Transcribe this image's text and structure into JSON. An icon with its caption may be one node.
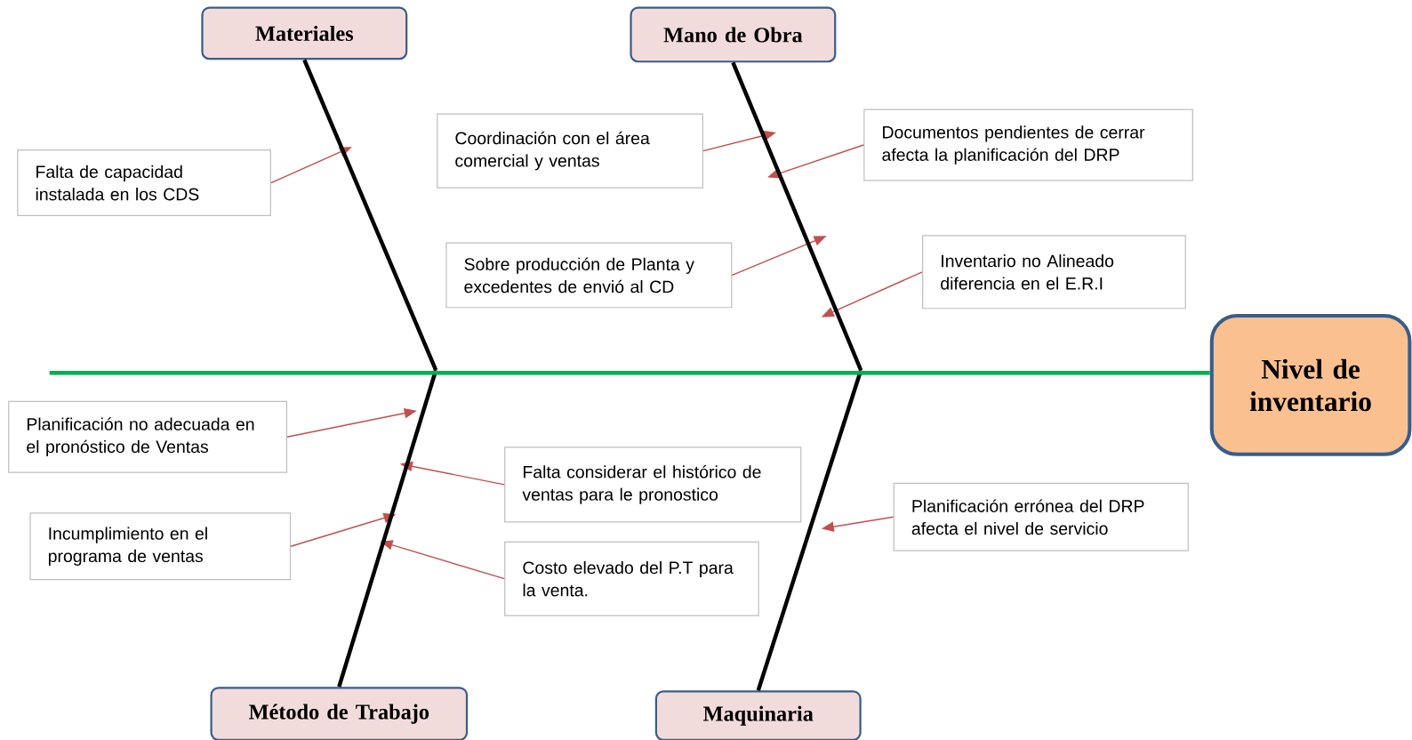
{
  "diagram": {
    "nodes": [
      {
        "text": [
          "Materiales"
        ]
      },
      {
        "text": [
          "Mano de Obra"
        ]
      },
      {
        "text": [
          "Método de Trabajo"
        ]
      },
      {
        "text": [
          "Maquinaria"
        ]
      },
      {
        "text": [
          "Nivel de inventario"
        ]
      },
      {
        "text": [
          "Falta de capacidad instalada en los CDS"
        ]
      },
      {
        "text": [
          "Coordinación con  el área comercial y ventas"
        ]
      },
      {
        "text": [
          "Sobre producción de  Planta y excedentes de envió al CD"
        ]
      },
      {
        "text": [
          "Documentos pendientes  de cerrar afecta la planificación del DRP"
        ]
      },
      {
        "text": [
          "Inventario no Alineado diferencia  en el  E.R.I"
        ]
      },
      {
        "text": [
          "Planificación no adecuada en el pronóstico de Ventas"
        ]
      },
      {
        "text": [
          "Falta considerar  el histórico de ventas para le pronostico"
        ]
      },
      {
        "text": [
          "Incumplimiento en  el programa de ventas"
        ]
      },
      {
        "text": [
          "Costo elevado del P.T para la venta."
        ]
      },
      {
        "text": [
          "Planificación errónea del DRP afecta el nivel de servicio"
        ]
      }
    ],
    "edges": [
      {
        "from": 5,
        "to": null,
        "arrow": "to"
      },
      {
        "from": 6,
        "to": null,
        "arrow": "to"
      },
      {
        "from": 7,
        "to": null,
        "arrow": "to"
      },
      {
        "from": 8,
        "to": null,
        "arrow": "to"
      },
      {
        "from": 9,
        "to": null,
        "arrow": "to"
      },
      {
        "from": 10,
        "to": null,
        "arrow": "to"
      },
      {
        "from": 11,
        "to": null,
        "arrow": "to"
      },
      {
        "from": 12,
        "to": null,
        "arrow": "to"
      },
      {
        "from": 13,
        "to": null,
        "arrow": "to"
      },
      {
        "from": 14,
        "to": null,
        "arrow": "to"
      },
      {
        "from": 0,
        "to": null,
        "arrow": "none",
        "style": "thick",
        "color": "#000000"
      },
      {
        "from": 1,
        "to": null,
        "arrow": "none",
        "style": "thick",
        "color": "#000000"
      },
      {
        "from": 2,
        "to": null,
        "arrow": "none",
        "style": "thick",
        "color": "#000000"
      },
      {
        "from": 3,
        "to": null,
        "arrow": "none",
        "style": "thick",
        "color": "#000000"
      },
      {
        "from": null,
        "to": 4,
        "arrow": "none",
        "style": "thick",
        "color": "#00b050"
      }
    ]
  }
}
